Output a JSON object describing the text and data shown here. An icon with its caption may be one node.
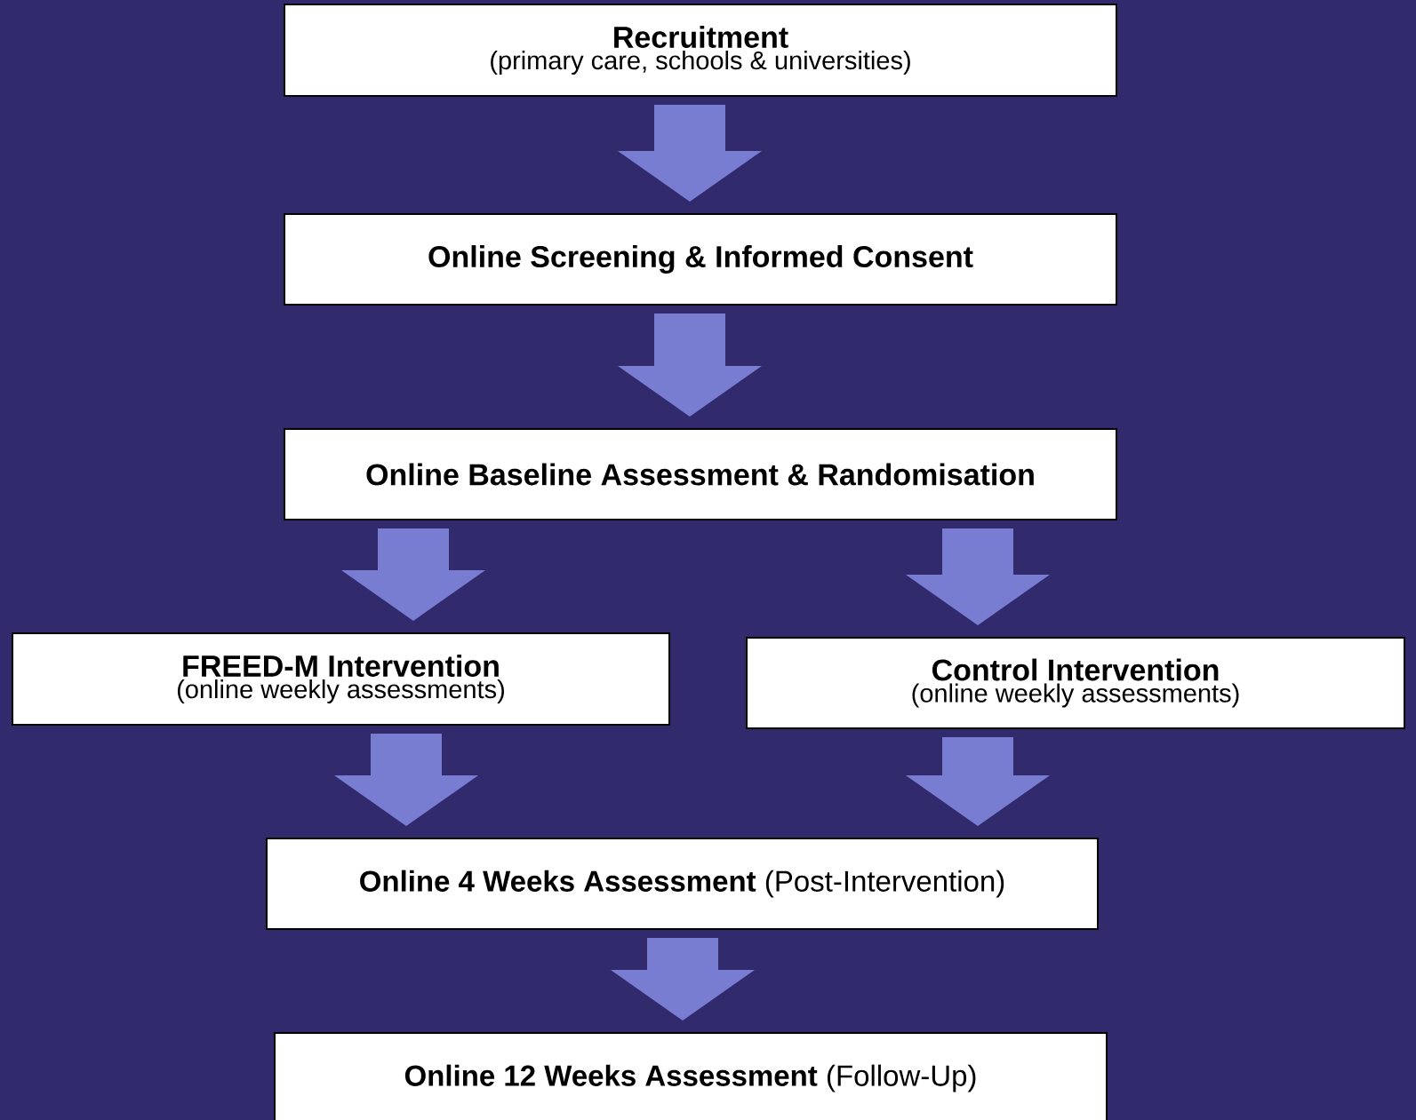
{
  "diagram": {
    "nodes": [
      {
        "text": [
          "Recruitment",
          "(primary care, schools & universities)"
        ]
      },
      {
        "text": [
          "Online Screening & Informed Consent"
        ]
      },
      {
        "text": [
          "Online Baseline Assessment & Randomisation"
        ]
      },
      {
        "text": [
          "FREED-M Intervention",
          "(online weekly assessments)"
        ]
      },
      {
        "text": [
          "Control Intervention",
          "(online weekly assessments)"
        ]
      },
      {
        "text": [
          "**Online 4 Weeks Assessment** (Post-Intervention)"
        ]
      },
      {
        "text": [
          "**Online 12 Weeks Assessment** (Follow-Up)"
        ]
      }
    ],
    "edges": [
      {
        "from": 0,
        "to": 1,
        "arrow": "to"
      },
      {
        "from": 1,
        "to": 2,
        "arrow": "to"
      },
      {
        "from": 2,
        "to": 3,
        "arrow": "to"
      },
      {
        "from": 2,
        "to": 4,
        "arrow": "to"
      },
      {
        "from": 3,
        "to": 5,
        "arrow": "to"
      },
      {
        "from": 4,
        "to": 5,
        "arrow": "to"
      },
      {
        "from": 5,
        "to": 6,
        "arrow": "to"
      }
    ]
  }
}
